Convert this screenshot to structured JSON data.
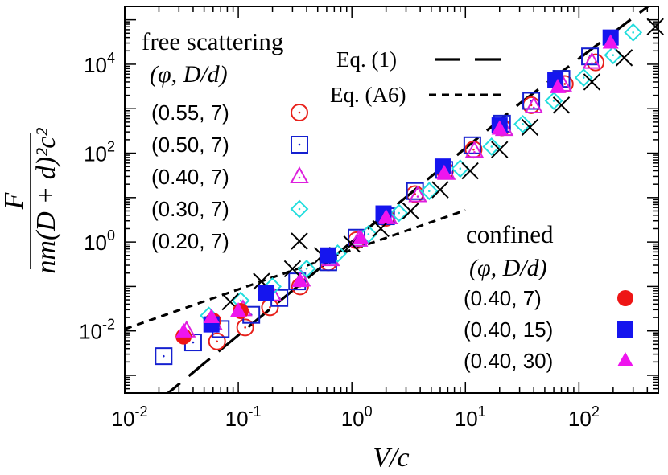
{
  "chart_data": {
    "type": "scatter",
    "x_scale": "log",
    "y_scale": "log",
    "xlim": [
      0.01,
      500
    ],
    "ylim": [
      0.0004,
      200000
    ],
    "grid": false,
    "xlabel": "V/c",
    "ylabel": {
      "numerator": "F",
      "denominator": "nm(D + d)²c²"
    },
    "x_ticks": [
      {
        "value": 0.01,
        "base": "10",
        "exp": "-2"
      },
      {
        "value": 0.1,
        "base": "10",
        "exp": "-1"
      },
      {
        "value": 1,
        "base": "10",
        "exp": "0"
      },
      {
        "value": 10,
        "base": "10",
        "exp": "1"
      },
      {
        "value": 100,
        "base": "10",
        "exp": "2"
      }
    ],
    "y_ticks": [
      {
        "value": 0.01,
        "base": "10",
        "exp": "-2"
      },
      {
        "value": 1,
        "base": "10",
        "exp": "0"
      },
      {
        "value": 100,
        "base": "10",
        "exp": "2"
      },
      {
        "value": 10000,
        "base": "10",
        "exp": "4"
      }
    ],
    "legend_free": {
      "title": "free scattering",
      "subtitle": "(φ, D/d)",
      "position": "top-left"
    },
    "legend_confined": {
      "title": "confined",
      "subtitle": "(φ, D/d)",
      "position": "bottom-right"
    },
    "lines": [
      {
        "label": "Eq. (1)",
        "style": "long-dash",
        "color": "#000000",
        "points": [
          [
            0.02,
            0.00027
          ],
          [
            30,
            1300
          ],
          [
            500,
            300000
          ]
        ]
      },
      {
        "label": "Eq. (A6)",
        "style": "short-dash",
        "color": "#000000",
        "points": [
          [
            0.01,
            0.011
          ],
          [
            10,
            5.2
          ]
        ]
      }
    ],
    "series": [
      {
        "name": "(0.55, 7)",
        "group": "free",
        "marker": "circle-dot",
        "color": "#e8201a",
        "points": [
          [
            0.065,
            0.0058
          ],
          [
            0.115,
            0.012
          ],
          [
            0.19,
            0.034
          ],
          [
            0.35,
            0.1
          ],
          [
            0.62,
            0.35
          ],
          [
            1.1,
            1.1
          ],
          [
            2.0,
            3.5
          ],
          [
            3.6,
            12
          ],
          [
            6.6,
            40
          ],
          [
            11.8,
            120
          ],
          [
            21,
            380
          ],
          [
            38,
            1200
          ],
          [
            75,
            3600
          ],
          [
            140,
            11000
          ]
        ]
      },
      {
        "name": "(0.50, 7)",
        "group": "free",
        "marker": "square-dot",
        "color": "#1520d0",
        "points": [
          [
            0.022,
            0.0027
          ],
          [
            0.04,
            0.0055
          ],
          [
            0.07,
            0.011
          ],
          [
            0.13,
            0.023
          ],
          [
            0.23,
            0.055
          ],
          [
            0.33,
            0.13
          ],
          [
            0.62,
            0.35
          ],
          [
            1.1,
            1.25
          ],
          [
            2.0,
            3.8
          ],
          [
            3.6,
            14
          ],
          [
            6.5,
            42
          ],
          [
            11.5,
            150
          ],
          [
            21,
            460
          ],
          [
            38,
            1500
          ],
          [
            70,
            4700
          ],
          [
            125,
            15000
          ]
        ]
      },
      {
        "name": "(0.40, 7)",
        "group": "free",
        "marker": "triangle-dot",
        "color": "#dd1fdd",
        "points": [
          [
            0.035,
            0.01
          ],
          [
            0.06,
            0.015
          ],
          [
            0.11,
            0.03
          ],
          [
            0.2,
            0.065
          ],
          [
            0.36,
            0.14
          ],
          [
            0.65,
            0.4
          ],
          [
            1.15,
            1.1
          ],
          [
            2.1,
            3.5
          ],
          [
            3.8,
            11
          ],
          [
            6.8,
            35
          ],
          [
            12,
            110
          ],
          [
            22,
            340
          ],
          [
            40,
            1100
          ],
          [
            72,
            3400
          ],
          [
            130,
            11000
          ]
        ]
      },
      {
        "name": "(0.30, 7)",
        "group": "free",
        "marker": "diamond-dot",
        "color": "#22dddd",
        "points": [
          [
            0.055,
            0.022
          ],
          [
            0.105,
            0.048
          ],
          [
            0.2,
            0.1
          ],
          [
            0.4,
            0.25
          ],
          [
            0.75,
            0.55
          ],
          [
            1.4,
            1.5
          ],
          [
            2.6,
            4.5
          ],
          [
            4.8,
            14
          ],
          [
            9,
            45
          ],
          [
            17,
            140
          ],
          [
            32,
            450
          ],
          [
            60,
            1500
          ],
          [
            110,
            5000
          ],
          [
            200,
            16000
          ],
          [
            300,
            52000
          ]
        ]
      },
      {
        "name": "(0.20, 7)",
        "group": "free",
        "marker": "cross",
        "color": "#000000",
        "points": [
          [
            0.085,
            0.045
          ],
          [
            0.16,
            0.13
          ],
          [
            0.3,
            0.25
          ],
          [
            0.55,
            0.5
          ],
          [
            1.0,
            0.9
          ],
          [
            1.8,
            2.0
          ],
          [
            3.3,
            5.0
          ],
          [
            6.0,
            15
          ],
          [
            11,
            40
          ],
          [
            20,
            120
          ],
          [
            37,
            380
          ],
          [
            70,
            1200
          ],
          [
            130,
            4000
          ],
          [
            250,
            14000
          ],
          [
            470,
            70000
          ]
        ]
      },
      {
        "name": "(0.40,   7)",
        "group": "confined",
        "marker": "filled-circle",
        "color": "#ee1515",
        "points": [
          [
            0.033,
            0.0075
          ],
          [
            0.06,
            0.017
          ],
          [
            0.105,
            0.028
          ]
        ]
      },
      {
        "name": "(0.40, 15)",
        "group": "confined",
        "marker": "filled-square",
        "color": "#1515ee",
        "points": [
          [
            0.058,
            0.014
          ],
          [
            0.175,
            0.07
          ],
          [
            0.62,
            0.5
          ],
          [
            1.9,
            4.4
          ],
          [
            6.3,
            50
          ],
          [
            20,
            420
          ],
          [
            62,
            4500
          ],
          [
            190,
            40000
          ]
        ]
      },
      {
        "name": "(0.40, 30)",
        "group": "confined",
        "marker": "filled-triangle",
        "color": "#ee15ee",
        "points": [
          [
            0.033,
            0.0095
          ],
          [
            0.058,
            0.02
          ],
          [
            0.1,
            0.028
          ],
          [
            0.35,
            0.13
          ],
          [
            1.2,
            1.2
          ],
          [
            2.0,
            3.5
          ],
          [
            6.5,
            35
          ],
          [
            20,
            350
          ],
          [
            65,
            3000
          ],
          [
            190,
            30000
          ]
        ]
      }
    ]
  }
}
